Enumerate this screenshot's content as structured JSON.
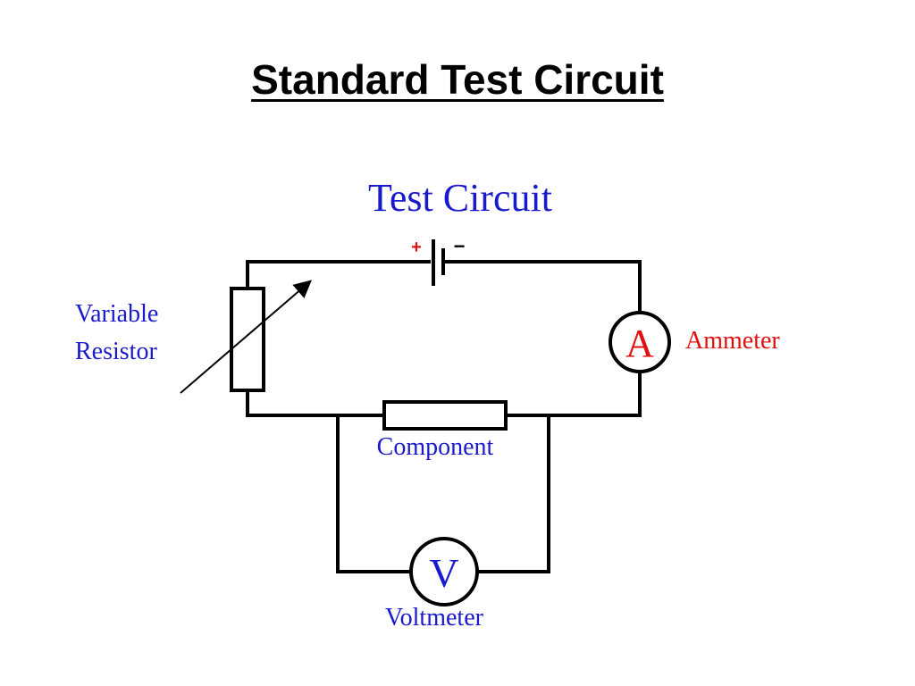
{
  "slide": {
    "title": "Standard Test Circuit"
  },
  "diagram": {
    "heading": "Test Circuit",
    "labels": {
      "variable_resistor_line1": "Variable",
      "variable_resistor_line2": "Resistor",
      "ammeter": "Ammeter",
      "component": "Component",
      "voltmeter": "Voltmeter"
    },
    "symbols": {
      "ammeter": "A",
      "voltmeter": "V",
      "battery_positive": "+",
      "battery_negative": "−"
    },
    "colors": {
      "heading": "#1a1acd",
      "blue_labels": "#1a1acd",
      "ammeter_label": "#e01010",
      "battery_positive": "#e01010",
      "wire": "#000000"
    }
  }
}
